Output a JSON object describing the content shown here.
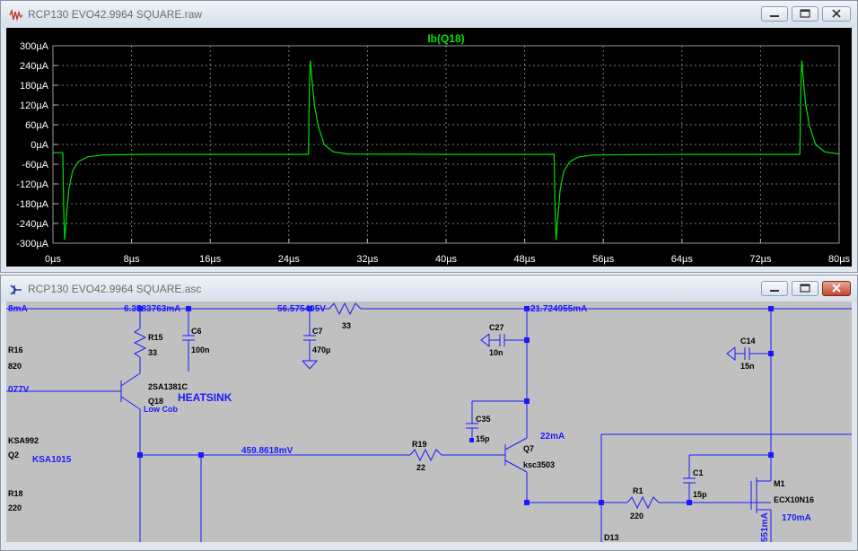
{
  "waveform_window": {
    "title": "RCP130 EVO42.9964 SQUARE.raw",
    "buttons": {
      "minimize": "minimize-icon",
      "maximize": "maximize-icon",
      "close": "close-icon"
    }
  },
  "schematic_window": {
    "title": "RCP130 EVO42.9964 SQUARE.asc",
    "buttons": {
      "minimize": "minimize-icon",
      "maximize": "maximize-icon",
      "close": "close-icon"
    }
  },
  "chart_data": {
    "type": "line",
    "title": "",
    "xlabel": "",
    "ylabel": "",
    "xlim": [
      0,
      80
    ],
    "ylim": [
      -300,
      300
    ],
    "x_unit": "µs",
    "y_unit": "µA",
    "x_ticks": [
      "0µs",
      "8µs",
      "16µs",
      "24µs",
      "32µs",
      "40µs",
      "48µs",
      "56µs",
      "64µs",
      "72µs",
      "80µs"
    ],
    "y_ticks": [
      "300µA",
      "240µA",
      "180µA",
      "120µA",
      "60µA",
      "0µA",
      "-60µA",
      "-120µA",
      "-180µA",
      "-240µA",
      "-300µA"
    ],
    "grid": true,
    "background": "#000000",
    "series": [
      {
        "name": "Ib(Q18)",
        "color": "#00e000",
        "x": [
          0,
          1.0,
          1.1,
          1.2,
          1.35,
          1.6,
          2.0,
          2.6,
          3.5,
          5,
          10,
          20,
          26.0,
          26.1,
          26.2,
          26.35,
          26.6,
          27.0,
          27.6,
          28.5,
          30,
          40,
          51.0,
          51.1,
          51.2,
          51.35,
          51.6,
          52.0,
          52.6,
          53.5,
          55,
          65,
          76.0,
          76.1,
          76.2,
          76.35,
          76.6,
          77.0,
          77.6,
          78.5,
          80
        ],
        "y": [
          -25,
          -25,
          -200,
          -290,
          -230,
          -140,
          -80,
          -52,
          -38,
          -32,
          -30,
          -30,
          -30,
          180,
          255,
          200,
          120,
          55,
          0,
          -22,
          -29,
          -30,
          -30,
          -200,
          -290,
          -230,
          -140,
          -80,
          -52,
          -38,
          -32,
          -30,
          -30,
          180,
          255,
          200,
          120,
          55,
          0,
          -22,
          -29
        ]
      }
    ]
  },
  "schematic": {
    "net_labels": {
      "top_left_current": "8mA",
      "r15_current": "6.3583763mA",
      "c7_voltage": "56.575405V",
      "q7_collector_current": "21.724955mA",
      "base_voltage": "077V",
      "mid_voltage": "459.8618mV",
      "q7_current": "22mA",
      "m1_current": "170mA",
      "vertical_current": "551mA",
      "heatsink": "HEATSINK"
    },
    "components": {
      "r16": {
        "name": "R16",
        "value": "820"
      },
      "r15": {
        "name": "R15",
        "value": "33"
      },
      "c6": {
        "name": "C6",
        "value": "100n"
      },
      "c7": {
        "name": "C7",
        "value": "470µ"
      },
      "r_top": {
        "value": "33"
      },
      "c27": {
        "name": "C27",
        "value": "10n"
      },
      "c14": {
        "name": "C14",
        "value": "15n"
      },
      "q18": {
        "name": "Q18",
        "model": "2SA1381C",
        "note": "Low Cob"
      },
      "q2": {
        "name": "Q2",
        "model": "KSA992",
        "alt": "KSA1015"
      },
      "r18": {
        "name": "R18",
        "value": "220"
      },
      "c35": {
        "name": "C35",
        "value": "15p"
      },
      "r19": {
        "name": "R19",
        "value": "22"
      },
      "q7": {
        "name": "Q7",
        "model": "ksc3503"
      },
      "c1": {
        "name": "C1",
        "value": "15p"
      },
      "r1": {
        "name": "R1",
        "value": "220"
      },
      "m1": {
        "name": "M1",
        "model": "ECX10N16"
      },
      "d13": {
        "name": "D13"
      }
    }
  }
}
